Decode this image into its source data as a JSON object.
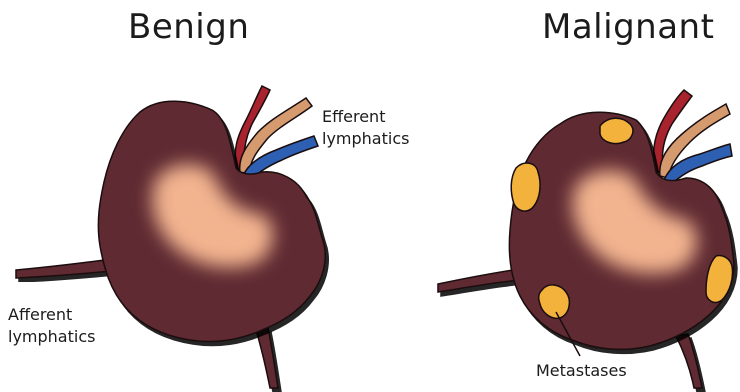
{
  "titles": {
    "benign": "Benign",
    "malignant": "Malignant"
  },
  "labels": {
    "efferent_line1": "Efferent",
    "efferent_line2": "lymphatics",
    "afferent_line1": "Afferent",
    "afferent_line2": "lymphatics",
    "metastases": "Metastases"
  },
  "colors": {
    "node_body": "#5e2a33",
    "node_outline": "#1a0d0f",
    "medulla": "#f3b791",
    "artery": "#a8232d",
    "vein": "#2d5fb2",
    "lymph_vessel": "#d59b6f",
    "metastasis": "#f2b23b"
  }
}
